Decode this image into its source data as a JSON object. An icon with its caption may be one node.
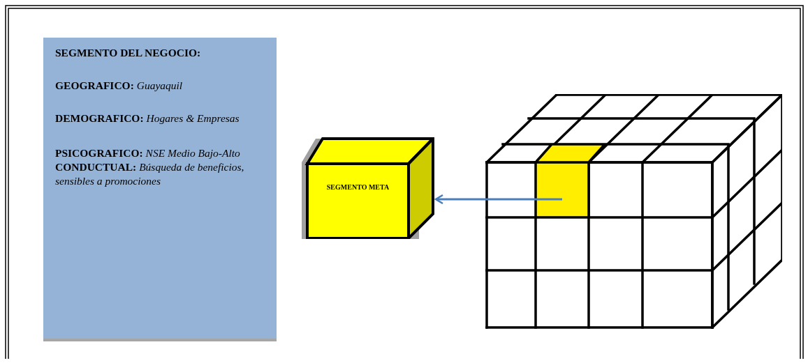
{
  "diagram": {
    "nodes": [
      {
        "text": [
          "SEGMENTO DEL NEGOCIO:",
          "**GEOGRAFICO:**   *Guayaquil*",
          "**DEMOGRAFICO:** *Hogares & Empresas*",
          "**PSICOGRAFICO:** *NSE Medio Bajo-Alto*",
          "**CONDUCTUAL:** *Búsqueda de beneficios, sensibles a promociones*"
        ]
      },
      {
        "text": [
          "SEGMENTO META"
        ]
      },
      {
        "text": [],
        "shape": "cube"
      },
      {
        "text": [],
        "shape": "box",
        "in": 2
      }
    ],
    "edges": [
      {
        "from": 3,
        "to": 1,
        "arrow": "to"
      }
    ]
  }
}
